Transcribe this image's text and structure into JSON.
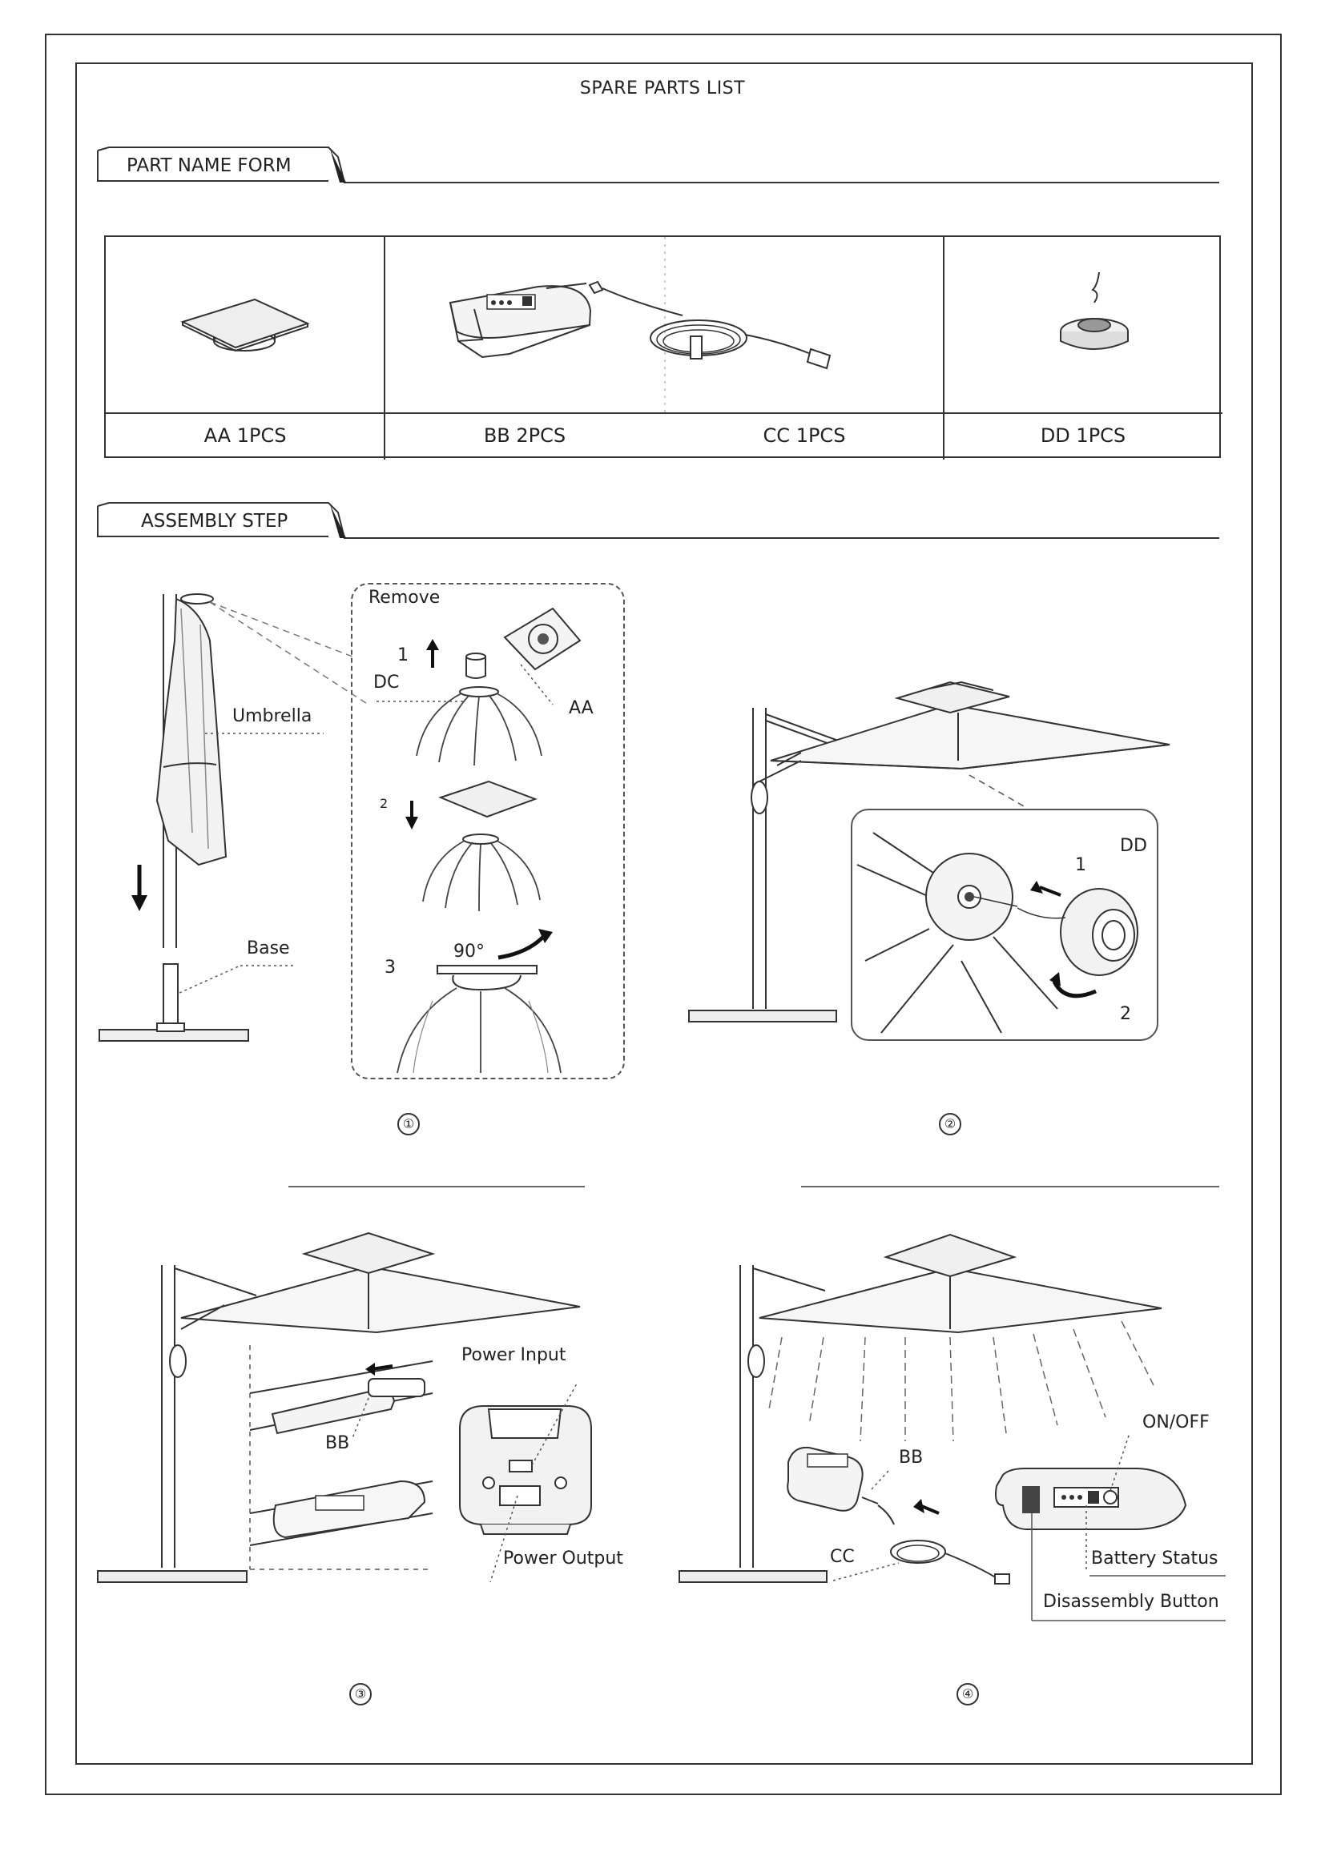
{
  "page": {
    "title": "SPARE PARTS LIST",
    "section_parts": "PART NAME FORM",
    "section_assembly": "ASSEMBLY STEP"
  },
  "parts": [
    {
      "label": "AA 1PCS",
      "icon": "mount-plate-icon"
    },
    {
      "label": "BB 2PCS",
      "icon": "battery-pack-icon"
    },
    {
      "label": "CC 1PCS",
      "icon": "usb-cable-icon"
    },
    {
      "label": "DD 1PCS",
      "icon": "light-disc-icon"
    }
  ],
  "step1": {
    "number": "①",
    "remove": "Remove",
    "umbrella": "Umbrella",
    "base": "Base",
    "dc": "DC",
    "aa": "AA",
    "sub1": "1",
    "sub2": "2",
    "sub3": "3",
    "angle": "90°"
  },
  "step2": {
    "number": "②",
    "dd": "DD",
    "sub1": "1",
    "sub2": "2"
  },
  "step3": {
    "number": "③",
    "power_input": "Power Input",
    "power_output": "Power Output",
    "bb": "BB"
  },
  "step4": {
    "number": "④",
    "on_off": "ON/OFF",
    "bb": "BB",
    "cc": "CC",
    "battery_status": "Battery Status",
    "disassembly_button": "Disassembly Button"
  }
}
